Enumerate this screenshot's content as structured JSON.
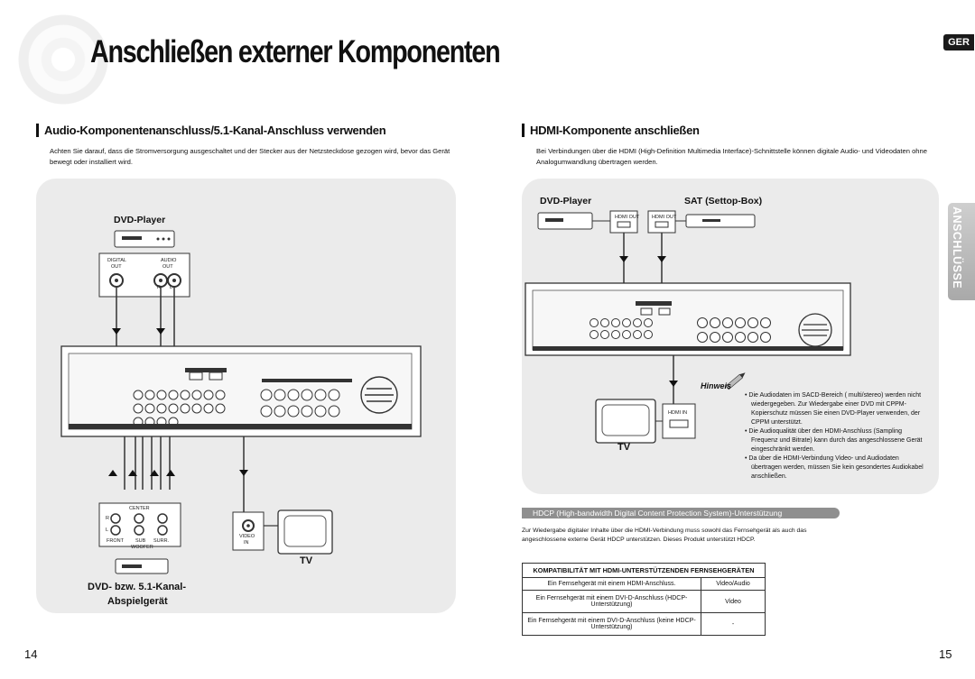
{
  "page": {
    "title": "Anschließen externer Komponenten",
    "lang_tab": "GER",
    "side_tab": "ANSCHLÜSSE",
    "page_left": "14",
    "page_right": "15"
  },
  "left": {
    "heading": "Audio-Komponentenanschluss/5.1-Kanal-Anschluss verwenden",
    "intro": "Achten Sie darauf, dass die Stromversorgung ausgeschaltet und der Stecker aus der Netzsteckdose gezogen wird, bevor das Gerät bewegt oder installiert wird.",
    "dvd_player_label": "DVD-Player",
    "digital_out": "DIGITAL",
    "digital_out2": "OUT",
    "audio_out": "AUDIO",
    "audio_out2": "OUT",
    "r": "R",
    "l": "L",
    "center": "CENTER",
    "front": "FRONT",
    "sub": "SUB",
    "woofer": "WOOFER",
    "surr": "SURR.",
    "video_in": "VIDEO",
    "video_in2": "IN",
    "tv_label": "TV",
    "dvd51_label1": "DVD- bzw. 5.1-Kanal-",
    "dvd51_label2": "Abspielgerät"
  },
  "right": {
    "heading": "HDMI-Komponente anschließen",
    "intro": "Bei Verbindungen über die HDMI (High-Definition Multimedia Interface)-Schnittstelle können digitale Audio- und Videodaten ohne Analogumwandlung übertragen werden.",
    "dvd_player_label": "DVD-Player",
    "sat_label": "SAT (Settop-Box)",
    "hdmi_out": "HDMI OUT",
    "hdmi_in": "HDMI IN",
    "tv_label": "TV",
    "hinweis": "Hinweis",
    "notes": [
      "• Die Audiodaten im SACD-Bereich ( multi/stereo) werden nicht wiedergegeben. Zur Wiedergabe einer DVD mit CPPM-Kopierschutz müssen Sie einen DVD-Player verwenden, der CPPM unterstützt.",
      "• Die Audioqualität über den HDMI-Anschluss (Sampling Frequenz und Bitrate) kann durch das angeschlossene Gerät eingeschränkt werden.",
      "• Da über die HDMI-Verbindung Video- und Audiodaten übertragen werden, müssen Sie kein gesondertes Audiokabel anschließen."
    ],
    "hdcp_heading": "HDCP (High-bandwidth Digital Content Protection System)-Unterstützung",
    "hdcp_text": "Zur Wiedergabe digitaler Inhalte über die HDMI-Verbindung muss sowohl das Fernsehgerät als auch das angeschlossene externe Gerät HDCP unterstützen. Dieses Produkt unterstützt HDCP.",
    "table": {
      "header": "KOMPATIBILITÄT MIT HDMI-UNTERSTÜTZENDEN FERNSEHGERÄTEN",
      "rows": [
        {
          "device": "Ein Fernsehgerät mit einem HDMI-Anschluss.",
          "support": "Video/Audio"
        },
        {
          "device": "Ein Fernsehgerät mit einem DVI-D-Anschluss (HDCP-Unterstützung)",
          "support": "Video"
        },
        {
          "device": "Ein Fernsehgerät mit einem DVI-D-Anschluss (keine HDCP-Unterstützung)",
          "support": "-"
        }
      ]
    }
  }
}
